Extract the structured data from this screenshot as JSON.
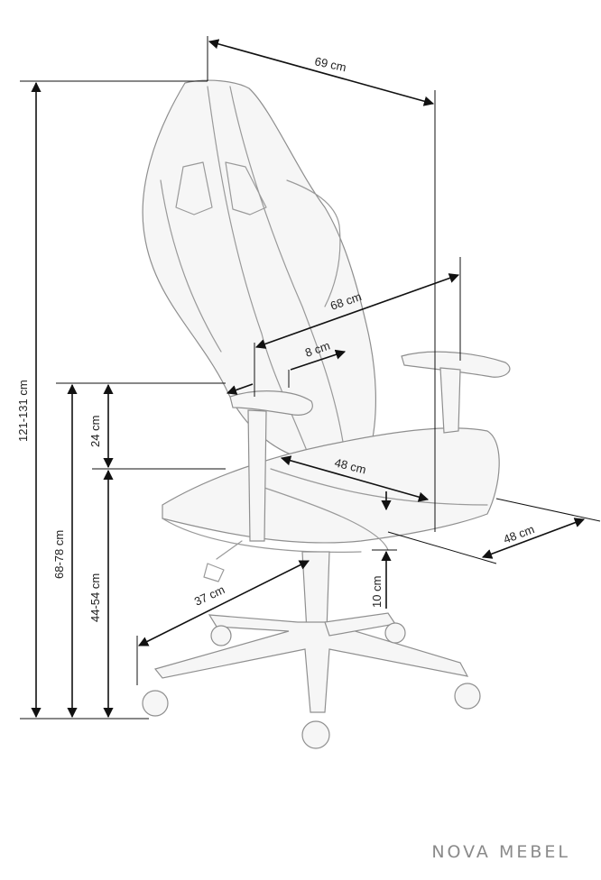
{
  "dimensions": {
    "width_total": "69 cm",
    "height_total": "121-131 cm",
    "backrest_width": "68 cm",
    "lumbar_depth": "8 cm",
    "seat_width": "48 cm",
    "seat_depth": "48 cm",
    "armrest_height": "24 cm",
    "armrest_floor_height": "68-78 cm",
    "seat_height": "44-54 cm",
    "base_radius": "37 cm",
    "seat_adjust": "10 cm"
  },
  "brand": {
    "name": "NOVA MEBEL"
  },
  "colors": {
    "line": "#111111",
    "sketch": "#9a9a9a",
    "brand": "#8a8a8a"
  }
}
